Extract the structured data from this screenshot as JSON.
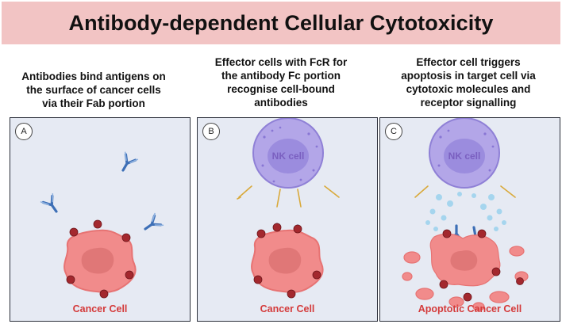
{
  "title": "Antibody-dependent Cellular Cytotoxicity",
  "panels": [
    {
      "letter": "A",
      "caption_lines": [
        "Antibodies bind antigens on",
        "the surface of cancer cells",
        "via their Fab portion"
      ],
      "cell_label": "Cancer Cell"
    },
    {
      "letter": "B",
      "caption_lines": [
        "Effector cells with FcR for",
        "the antibody Fc portion",
        "recognise cell-bound",
        "antibodies"
      ],
      "cell_label": "Cancer Cell",
      "nk_label": "NK cell"
    },
    {
      "letter": "C",
      "caption_lines": [
        "Effector cell triggers",
        "apoptosis in target cell via",
        "cytotoxic molecules and",
        "receptor signalling"
      ],
      "cell_label": "Apoptotic Cancer Cell",
      "nk_label": "NK cell"
    }
  ],
  "colors": {
    "banner": "#f2c4c4",
    "panel_bg": "#e6eaf3",
    "cancer_cell": "#f18b8b",
    "antigen": "#a3282e",
    "antibody": "#3d6fb6",
    "nk_cell": "#b3a6e8",
    "label_red": "#d43a3a"
  }
}
